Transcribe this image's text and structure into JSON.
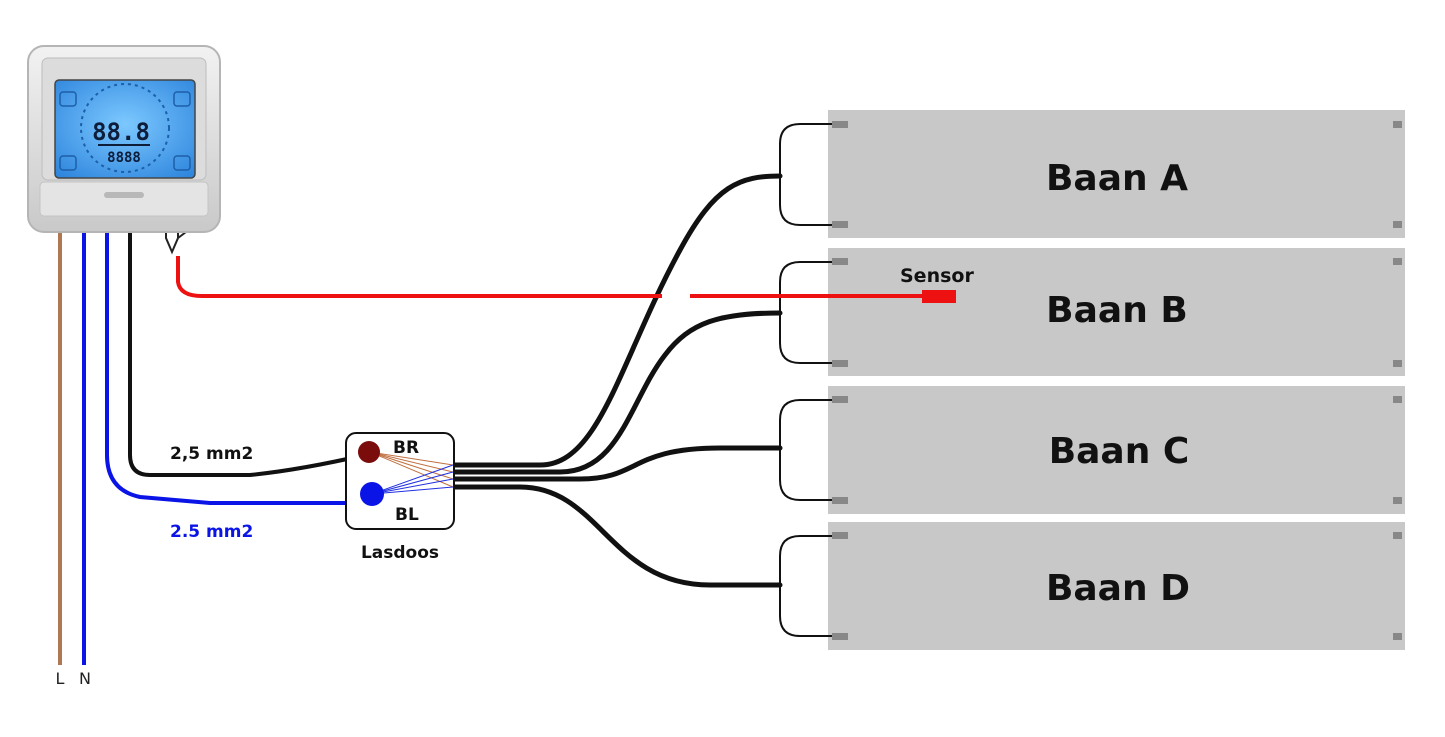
{
  "thermostat": {
    "display_main": "88.8",
    "display_sub": "8888"
  },
  "mains": {
    "l_label": "L",
    "n_label": "N"
  },
  "cables": {
    "black_label": "2,5 mm2",
    "blue_label": "2.5 mm2"
  },
  "junction_box": {
    "label": "Lasdoos",
    "terminal_brown": "BR",
    "terminal_blue": "BL"
  },
  "sensor": {
    "label": "Sensor"
  },
  "panels": [
    {
      "label": "Baan A"
    },
    {
      "label": "Baan B"
    },
    {
      "label": "Baan C"
    },
    {
      "label": "Baan D"
    }
  ],
  "colors": {
    "live_brown": "#b07850",
    "neutral_blue": "#0a14e6",
    "sensor_red": "#ee1111",
    "terminal_red": "#7a0c0c",
    "panel_gray": "#c8c8c8",
    "lcd_blue": "#3aa0ee"
  }
}
